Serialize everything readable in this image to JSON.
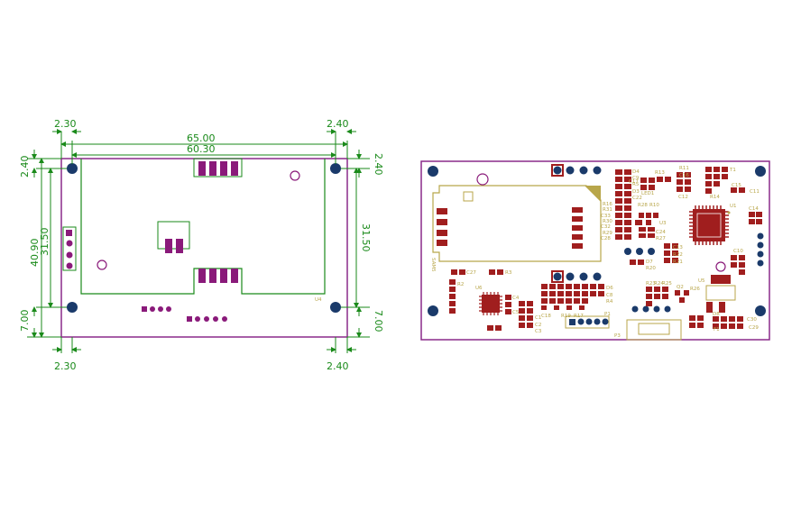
{
  "colors": {
    "dimension": "#1a8a1a",
    "board_outline": "#8a2a8a",
    "pad_magenta": "#8a1a7a",
    "pad_red": "#a01e1e",
    "silkscreen": "#b8a64a",
    "mount_hole": "#1a3a6a"
  },
  "left_drawing": {
    "dims": {
      "top_left_offset": "2.30",
      "top_right_offset": "2.40",
      "overall_width": "65.00",
      "inner_width": "60.30",
      "left_top_margin": "2.40",
      "left_overall_height": "40.90",
      "left_inner_height": "31.50",
      "left_bottom_margin": "7.00",
      "right_top_margin": "2.40",
      "right_inner_height": "31.50",
      "right_bottom_margin": "7.00",
      "bottom_left_offset": "2.30",
      "bottom_right_offset": "2.40"
    },
    "labels": {
      "module": "U4"
    }
  },
  "right_drawing": {
    "labels": {
      "d4": "D4",
      "c9": "C9",
      "r5": "R5",
      "d3": "D3",
      "c22": "C22",
      "r13": "R13",
      "led1": "LED1",
      "r11": "R11",
      "c16": "C16",
      "t1": "T1",
      "c12": "C12",
      "r14": "R14",
      "c15": "C15",
      "c11": "C11",
      "d6": "D6",
      "c17": "C17",
      "r16": "R16",
      "r31": "R31",
      "c33": "C33",
      "r30": "R30",
      "c32": "C32",
      "r29": "R29",
      "c28": "C28",
      "r28": "R28",
      "r10": "R10",
      "u3": "U3",
      "c24": "C24",
      "r27": "R27",
      "u1": "U1",
      "c14": "C14",
      "c10": "C10",
      "c13": "C13",
      "r22": "R22",
      "r21": "R21",
      "d7": "D7",
      "r20": "R20",
      "c27": "C27",
      "r3": "R3",
      "sam": "SAM5",
      "r2": "R2",
      "u6": "U6",
      "r4": "R4",
      "c8": "C8",
      "u5": "U5",
      "r23": "R23",
      "r24": "R24",
      "r25": "R25",
      "q2": "Q2",
      "r26": "R26",
      "c4": "C4",
      "c5": "C5",
      "c1": "C1",
      "c2": "C2",
      "c3": "C3",
      "p1": "P1",
      "p3": "P3",
      "d8": "D8",
      "f1": "F1",
      "c30": "C30",
      "c29": "C29",
      "c18": "C18",
      "r19": "R19",
      "r17": "R17"
    }
  }
}
